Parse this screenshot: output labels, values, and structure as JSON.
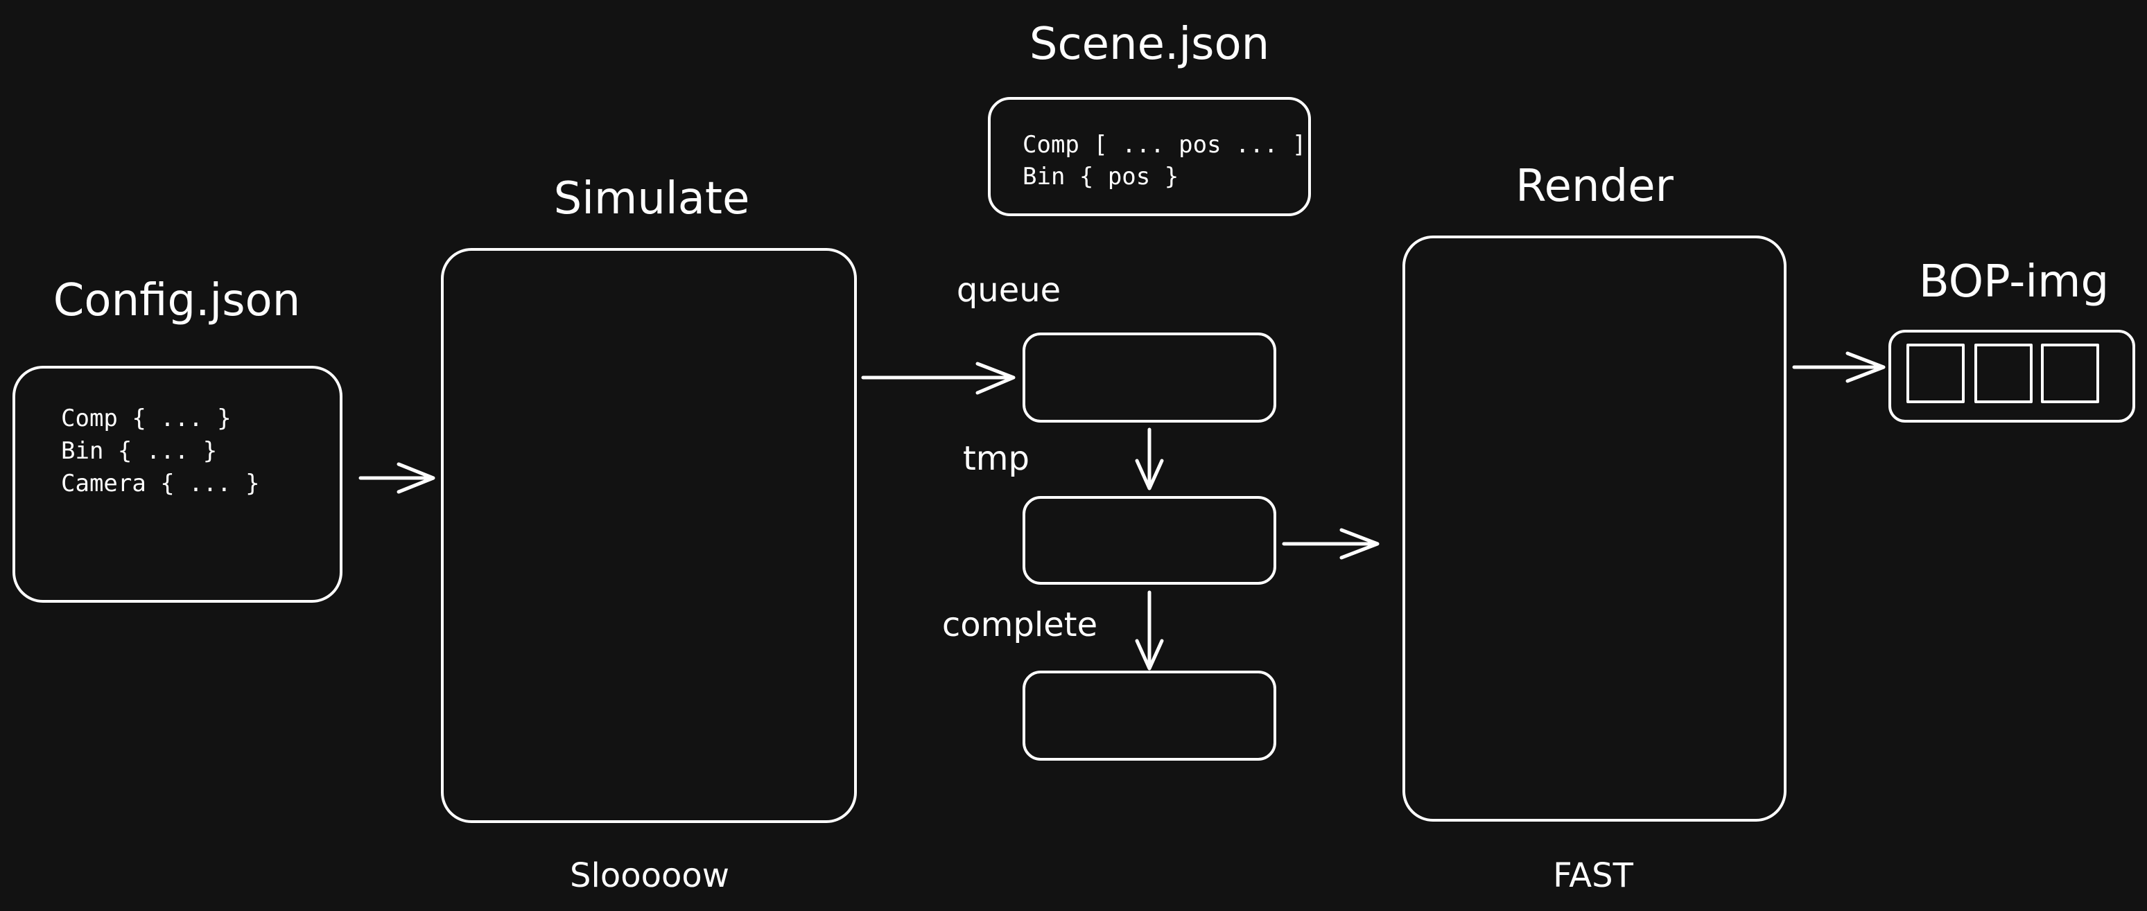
{
  "config": {
    "title": "Config.json",
    "lines": [
      "Comp { ... }",
      "Bin { ... }",
      "Camera { ... }"
    ]
  },
  "simulate": {
    "title": "Simulate",
    "caption": "Slooooow"
  },
  "scene": {
    "title": "Scene.json",
    "lines": [
      "Comp [ ... pos ... ]",
      "Bin { pos }"
    ]
  },
  "queues": {
    "queue_label": "queue",
    "tmp_label": "tmp",
    "complete_label": "complete"
  },
  "render": {
    "title": "Render",
    "caption": "FAST"
  },
  "bop": {
    "title": "BOP-img"
  },
  "colors": {
    "background": "#121212",
    "stroke": "#ffffff"
  }
}
